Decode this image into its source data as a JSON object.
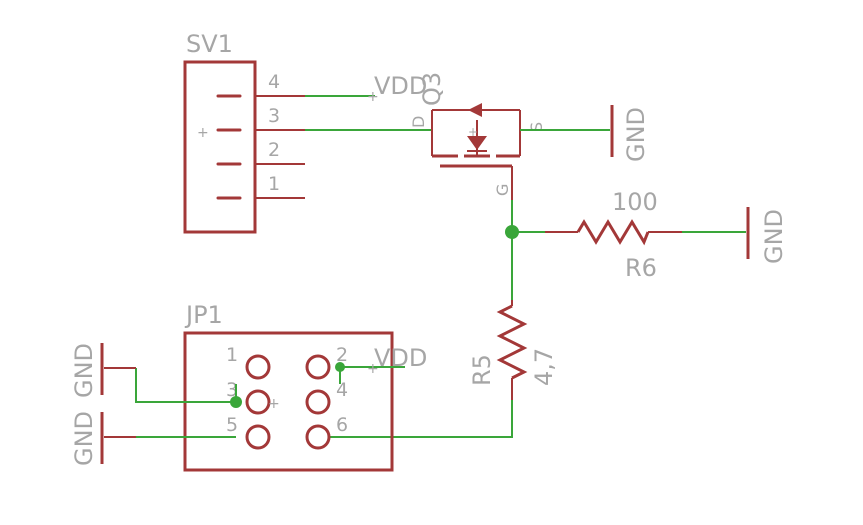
{
  "sv1": {
    "name": "SV1",
    "pins": [
      "4",
      "3",
      "2",
      "1"
    ]
  },
  "jp1": {
    "name": "JP1",
    "pins": [
      "1",
      "2",
      "3",
      "4",
      "5",
      "6"
    ]
  },
  "q": {
    "name": "Q3",
    "drain": "D",
    "source": "S",
    "gate": "G"
  },
  "r5": {
    "name": "R5",
    "value": "4,7"
  },
  "r6": {
    "name": "R6",
    "value": "100"
  },
  "supplies": {
    "vdd_top": "VDD",
    "vdd_jp": "VDD",
    "gnd_q": "GND",
    "gnd_r6": "GND",
    "gnd_left_1": "GND",
    "gnd_left_2": "GND"
  },
  "colors": {
    "wire": "#3aa63a",
    "part": "#a33838",
    "label": "#a6a6a6"
  }
}
